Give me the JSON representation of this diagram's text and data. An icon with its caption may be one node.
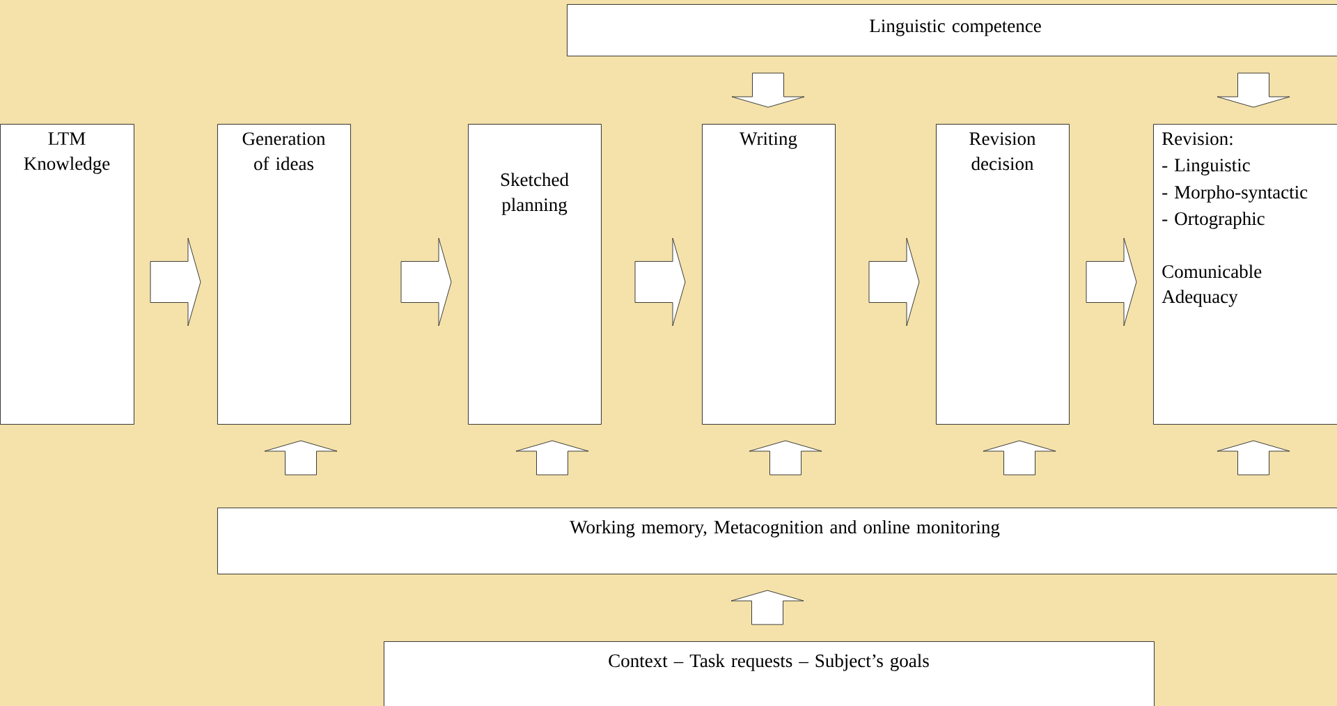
{
  "diagram": {
    "nodes": [
      {
        "text": [
          "LTM Knowledge"
        ]
      },
      {
        "text": [
          "Generation of ideas"
        ]
      },
      {
        "text": [
          "Sketched planning"
        ]
      },
      {
        "text": [
          "Writing"
        ]
      },
      {
        "text": [
          "Revision decision"
        ]
      },
      {
        "text": [
          "Revision:",
          "- Linguistic",
          "- Morpho-syntactic",
          "- Ortographic",
          "Comunicable Adequacy"
        ]
      },
      {
        "text": [
          "Linguistic competence"
        ]
      },
      {
        "text": [
          "Working memory, Metacognition and online monitoring"
        ]
      },
      {
        "text": [
          "Context – Task requests – Subject’s goals"
        ]
      }
    ],
    "edges": [
      {
        "from": 0,
        "to": 1,
        "arrow": "to"
      },
      {
        "from": 1,
        "to": 2,
        "arrow": "to"
      },
      {
        "from": 2,
        "to": 3,
        "arrow": "to"
      },
      {
        "from": 3,
        "to": 4,
        "arrow": "to"
      },
      {
        "from": 4,
        "to": 5,
        "arrow": "to"
      },
      {
        "from": 6,
        "to": 3,
        "arrow": "to"
      },
      {
        "from": 6,
        "to": 5,
        "arrow": "to"
      },
      {
        "from": 7,
        "to": 1,
        "arrow": "to"
      },
      {
        "from": 7,
        "to": 2,
        "arrow": "to"
      },
      {
        "from": 7,
        "to": 3,
        "arrow": "to"
      },
      {
        "from": 7,
        "to": 4,
        "arrow": "to"
      },
      {
        "from": 7,
        "to": 5,
        "arrow": "to"
      },
      {
        "from": 8,
        "to": 7,
        "arrow": "to"
      }
    ]
  }
}
